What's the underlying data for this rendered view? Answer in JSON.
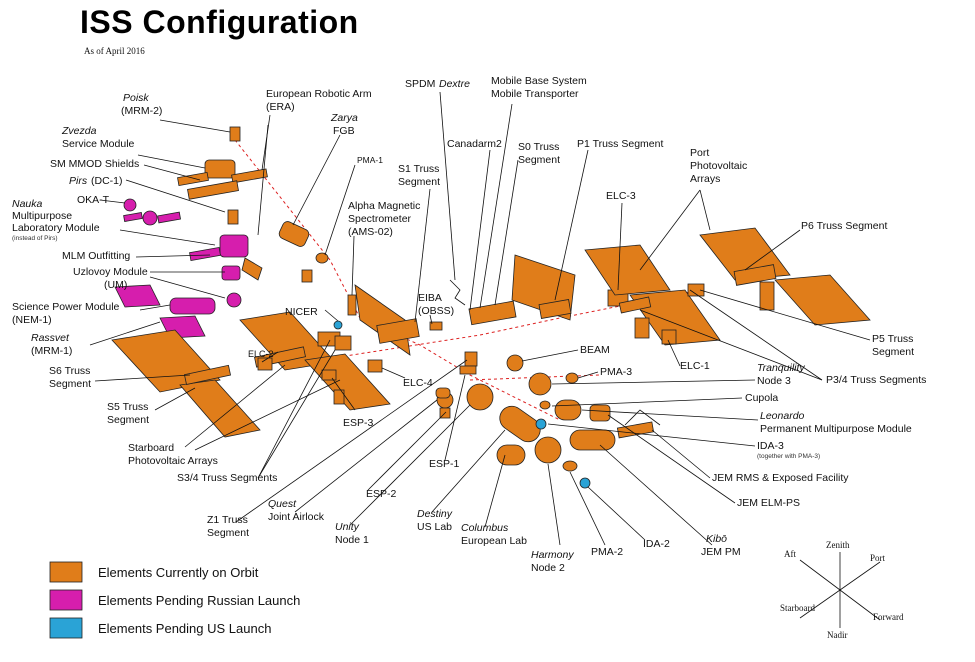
{
  "title": "ISS Configuration",
  "subtitle": "As of April 2016",
  "colors": {
    "on_orbit": "#e07d1a",
    "pending_russian": "#d61ead",
    "pending_us": "#2aa3d6"
  },
  "legend": [
    {
      "label": "Elements Currently on Orbit",
      "color": "#e07d1a"
    },
    {
      "label": "Elements Pending Russian Launch",
      "color": "#d61ead"
    },
    {
      "label": "Elements Pending US Launch",
      "color": "#2aa3d6"
    }
  ],
  "directions": {
    "zenith": "Zenith",
    "nadir": "Nadir",
    "port": "Port",
    "starboard": "Starboard",
    "aft": "Aft",
    "forward": "Forward"
  },
  "labels": {
    "poisk": "Poisk",
    "poisk_code": "(MRM-2)",
    "zvezda": "Zvezda",
    "zvezda_desc": "Service Module",
    "sm_mmod": "SM MMOD Shields",
    "pirs": "Pirs",
    "pirs_code": "(DC-1)",
    "oka_t": "OKA-T",
    "nauka": "Nauka",
    "nauka_desc1": "Multipurpose",
    "nauka_desc2": "Laboratory Module",
    "nauka_note": "(instead of Pirs)",
    "mlm_outfitting": "MLM Outfitting",
    "uzlovoy1": "Uzlovoy Module",
    "uzlovoy2": "(UM)",
    "spm1": "Science Power Module",
    "spm2": "(NEM-1)",
    "rassvet": "Rassvet",
    "rassvet_code": "(MRM-1)",
    "s6_1": "S6 Truss",
    "s6_2": "Segment",
    "s5_1": "S5 Truss",
    "s5_2": "Segment",
    "sb_pv1": "Starboard",
    "sb_pv2": "Photovoltaic Arrays",
    "s34": "S3/4 Truss Segments",
    "z1_1": "Z1 Truss",
    "z1_2": "Segment",
    "quest1": "Quest",
    "quest2": "Joint Airlock",
    "unity1": "Unity",
    "unity2": "Node 1",
    "destiny1": "Destiny",
    "destiny2": "US Lab",
    "columbus1": "Columbus",
    "columbus2": "European Lab",
    "harmony1": "Harmony",
    "harmony2": "Node 2",
    "pma2": "PMA-2",
    "ida2": "IDA-2",
    "kibo1": "Kibō",
    "kibo2": "JEM PM",
    "era1": "European Robotic Arm",
    "era2": "(ERA)",
    "zarya1": "Zarya",
    "zarya2": "FGB",
    "pma1": "PMA-1",
    "ams1": "Alpha Magnetic",
    "ams2": "Spectrometer",
    "ams3": "(AMS-02)",
    "nicer": "NICER",
    "elc2": "ELC-2",
    "esp3": "ESP-3",
    "elc4": "ELC-4",
    "esp2": "ESP-2",
    "esp1": "ESP-1",
    "s1_1": "S1 Truss",
    "s1_2": "Segment",
    "eiba1": "EIBA",
    "eiba2": "(OBSS)",
    "spdm1": "SPDM",
    "spdm2": "Dextre",
    "mbs1": "Mobile Base System",
    "mbs2": "Mobile Transporter",
    "canadarm2": "Canadarm2",
    "s0_1": "S0 Truss",
    "s0_2": "Segment",
    "p1": "P1 Truss Segment",
    "ppv1": "Port",
    "ppv2": "Photovoltaic",
    "ppv3": "Arrays",
    "elc3": "ELC-3",
    "p6": "P6 Truss Segment",
    "p5_1": "P5 Truss",
    "p5_2": "Segment",
    "p34": "P3/4 Truss Segments",
    "elc1": "ELC-1",
    "beam": "BEAM",
    "pma3": "PMA-3",
    "tranq1": "Tranquility",
    "tranq2": "Node 3",
    "cupola": "Cupola",
    "leonardo1": "Leonardo",
    "leonardo2": "Permanent Multipurpose Module",
    "ida3": "IDA-3",
    "ida3_note": "(together with PMA-3)",
    "jem_rms": "JEM RMS & Exposed Facility",
    "jem_elm": "JEM ELM-PS"
  }
}
